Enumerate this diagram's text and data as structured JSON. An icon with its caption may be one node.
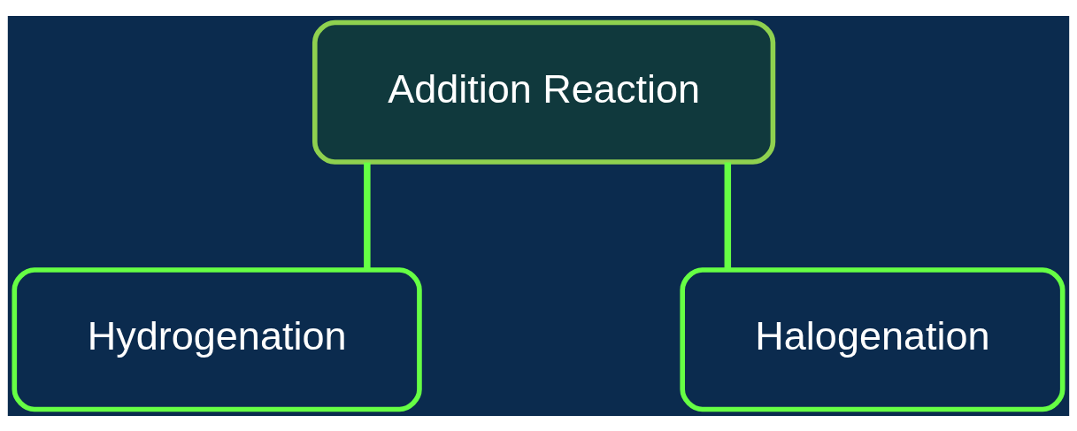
{
  "diagram": {
    "nodes": [
      {
        "text": [
          "Addition Reaction"
        ]
      },
      {
        "text": [
          "Hydrogenation"
        ]
      },
      {
        "text": [
          "Halogenation"
        ]
      }
    ],
    "edges": [
      {
        "from": 0,
        "to": 1,
        "arrow": "none"
      },
      {
        "from": 0,
        "to": 2,
        "arrow": "none"
      }
    ]
  }
}
